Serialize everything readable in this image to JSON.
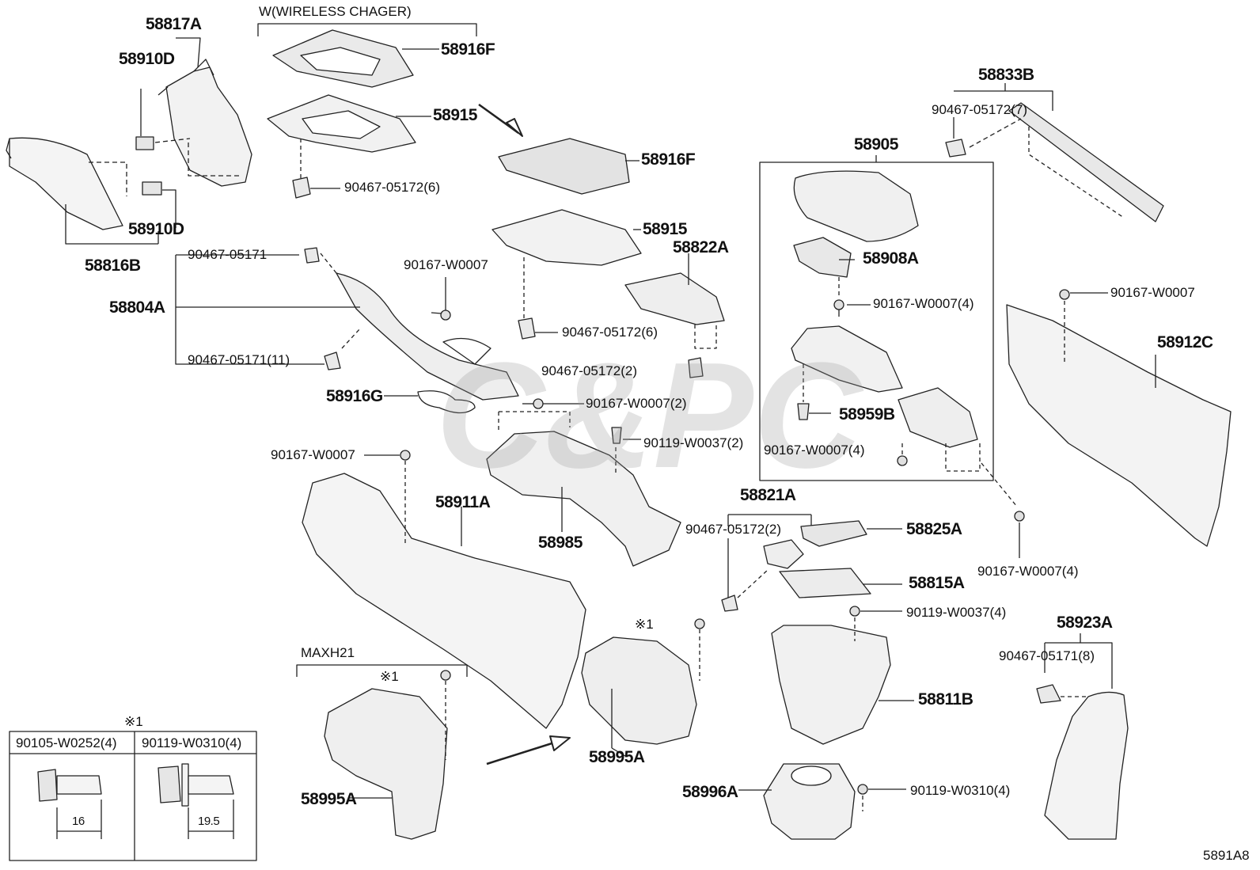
{
  "diagram": {
    "header_group": "W(WIRELESS CHAGER)",
    "variant_label": "MAXH21",
    "figure_code": "5891A8",
    "watermark": "C&PC",
    "parts": {
      "p58817A": "58817A",
      "p58910D_top": "58910D",
      "p58910D_bot": "58910D",
      "p58816B": "58816B",
      "p58916F_top": "58916F",
      "p58915_top": "58915",
      "p90467_05172_6_top": "90467-05172(6)",
      "p58916F_mid": "58916F",
      "p58915_mid": "58915",
      "p58822A": "58822A",
      "p90467_05172_6_mid": "90467-05172(6)",
      "p90467_05172_2_mid": "90467-05172(2)",
      "p58833B": "58833B",
      "p90467_05172_7": "90467-05172(7)",
      "p58905": "58905",
      "p58908A": "58908A",
      "p90167_W0007_4_box": "90167-W0007(4)",
      "p58959B": "58959B",
      "p90167_W0007_4_box2": "90167-W0007(4)",
      "p90167_W0007_right": "90167-W0007",
      "p58912C": "58912C",
      "p90467_05171": "90467-05171",
      "p90167_W0007_a": "90167-W0007",
      "p58804A": "58804A",
      "p90467_05171_11": "90467-05171(11)",
      "p58916G": "58916G",
      "p90167_W0007_2": "90167-W0007(2)",
      "p90119_W0037_2": "90119-W0037(2)",
      "p90167_W0007_b": "90167-W0007",
      "p58911A": "58911A",
      "p58985": "58985",
      "p58821A": "58821A",
      "p90467_05172_2_b": "90467-05172(2)",
      "p58825A": "58825A",
      "p58815A": "58815A",
      "p90167_W0007_4_r": "90167-W0007(4)",
      "p90119_W0037_4": "90119-W0037(4)",
      "p58923A": "58923A",
      "p90467_05171_8": "90467-05171(8)",
      "p58811B": "58811B",
      "p58995A_a": "58995A",
      "p58995A_b": "58995A",
      "p58996A": "58996A",
      "p90119_W0310_4": "90119-W0310(4)",
      "mark_a": "※1",
      "mark_b": "※1"
    },
    "legend": {
      "title": "※1",
      "col1": "90105-W0252(4)",
      "col2": "90119-W0310(4)",
      "dim1": "16",
      "dim2": "19.5"
    }
  }
}
